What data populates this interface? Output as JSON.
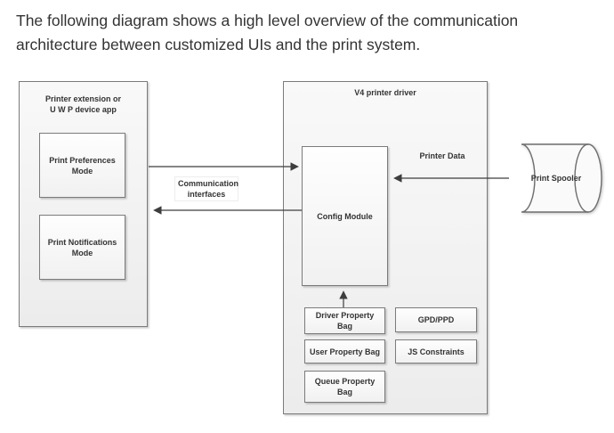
{
  "page": {
    "heading_line1": "The following diagram shows a high level overview of the communication",
    "heading_line2": "architecture between customized UIs and the print system."
  },
  "diagram": {
    "printer_extension": {
      "title_line1": "Printer extension or",
      "title_line2": "U W P device app",
      "print_preferences_mode": "Print Preferences Mode",
      "print_notifications_mode": "Print Notifications Mode"
    },
    "v4_driver": {
      "title": "V4 printer driver",
      "config_module": "Config Module",
      "driver_property_bag": "Driver Property Bag",
      "gpd_ppd": "GPD/PPD",
      "user_property_bag": "User Property Bag",
      "js_constraints": "JS Constraints",
      "queue_property_bag": "Queue Property Bag"
    },
    "print_spooler": "Print Spooler",
    "connections": {
      "communication_interfaces_line1": "Communication",
      "communication_interfaces_line2": "interfaces",
      "printer_data": "Printer Data"
    },
    "colors": {
      "box_border": "#7b7b7b",
      "connector_line": "#3d3d3d",
      "text": "#333333",
      "background": "#ffffff"
    }
  }
}
